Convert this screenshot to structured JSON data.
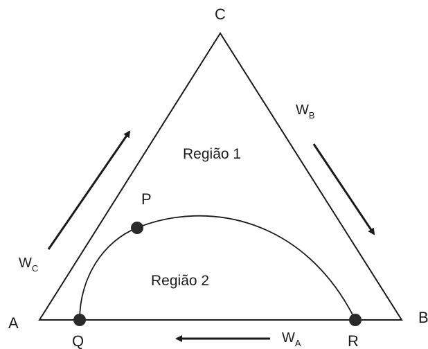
{
  "vertices": {
    "a": "A",
    "b": "B",
    "c": "C"
  },
  "regions": {
    "region1": "Região 1",
    "region2": "Região 2"
  },
  "points": {
    "p": "P",
    "q": "Q",
    "r": "R"
  },
  "weights": {
    "wa": {
      "base": "W",
      "sub": "A"
    },
    "wb": {
      "base": "W",
      "sub": "B"
    },
    "wc": {
      "base": "W",
      "sub": "C"
    }
  },
  "colors": {
    "ink": "#1a1a1a",
    "point_fill": "#2a2a2a"
  }
}
